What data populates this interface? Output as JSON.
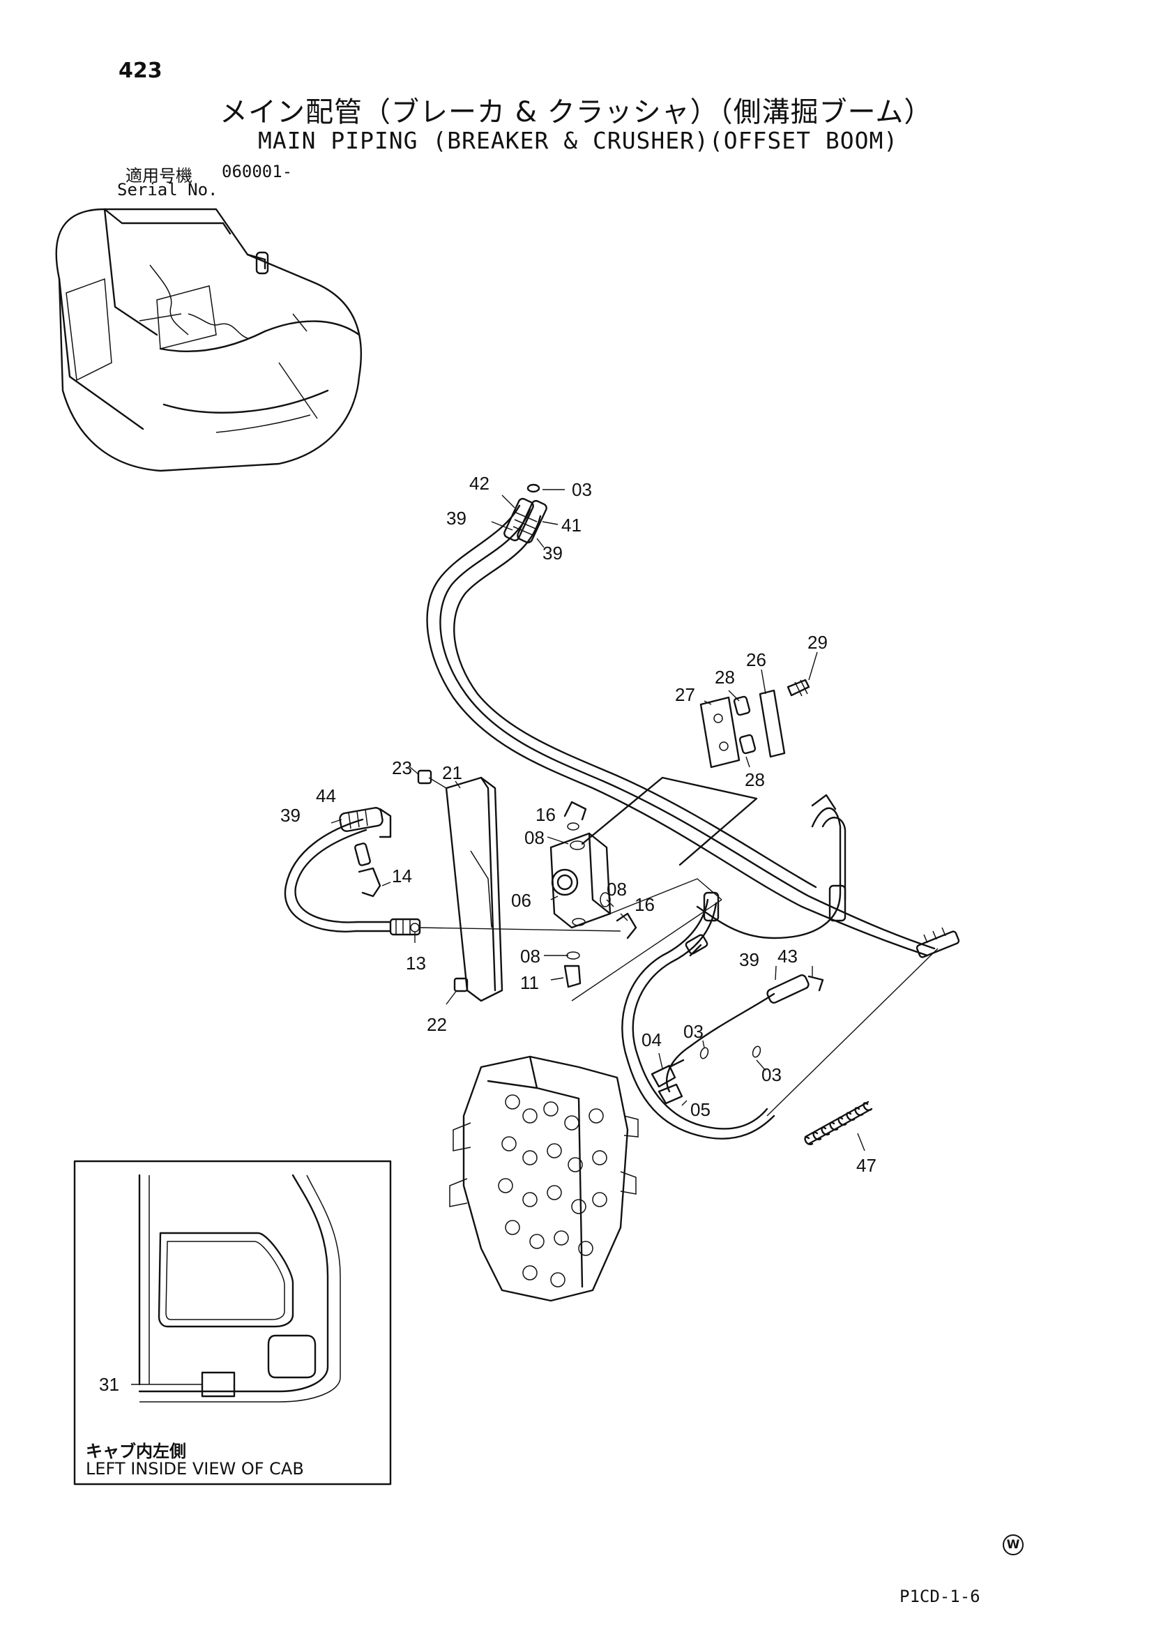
{
  "page_number": "423",
  "title_jp": "メイン配管（ブレーカ & クラッシャ）（側溝掘ブーム）",
  "title_en": "MAIN PIPING (BREAKER & CRUSHER)(OFFSET BOOM)",
  "serial": {
    "label_jp": "適用号機",
    "label_en": "Serial No.",
    "value": "060001-"
  },
  "callouts": {
    "c03a": "03",
    "c42": "42",
    "c41": "41",
    "c39a": "39",
    "c39b": "39",
    "c29": "29",
    "c26": "26",
    "c28a": "28",
    "c27": "27",
    "c28b": "28",
    "c23": "23",
    "c21": "21",
    "c44": "44",
    "c39c": "39",
    "c16a": "16",
    "c08a": "08",
    "c14": "14",
    "c08b": "08",
    "c06": "06",
    "c16b": "16",
    "c13": "13",
    "c08c": "08",
    "c11": "11",
    "c22": "22",
    "c39d": "39",
    "c43": "43",
    "c04": "04",
    "c03b": "03",
    "c03c": "03",
    "c05": "05",
    "c47": "47",
    "c31": "31"
  },
  "inset": {
    "caption_jp": "キャブ内左側",
    "caption_en": "LEFT INSIDE VIEW OF CAB"
  },
  "mark": "W",
  "footer_code": "P1CD-1-6"
}
